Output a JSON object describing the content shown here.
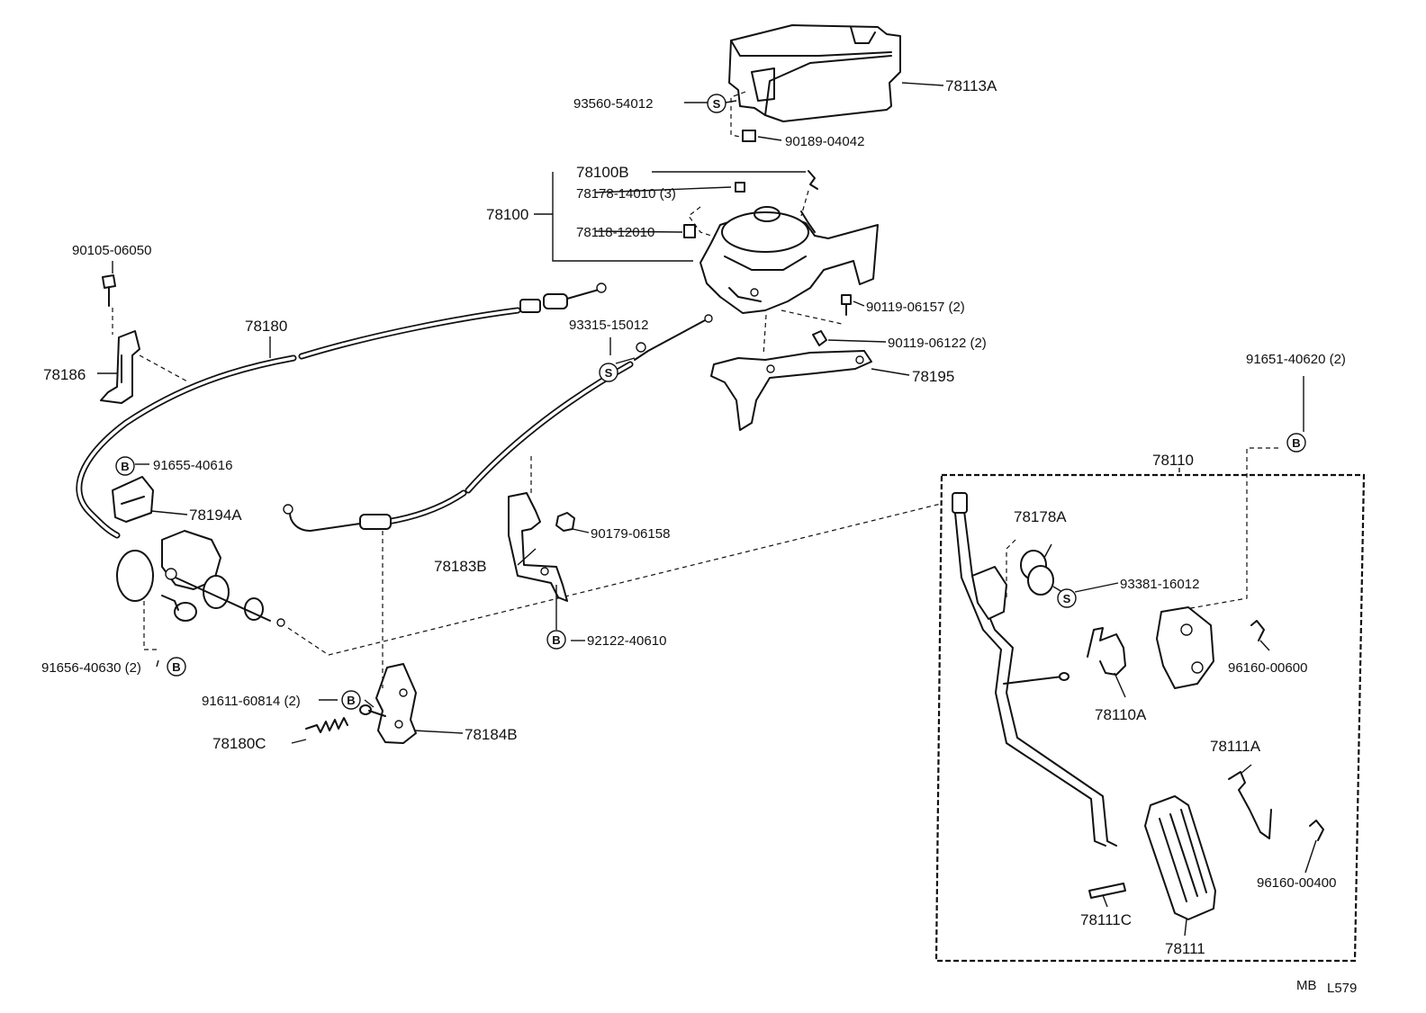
{
  "diagram": {
    "code_left": "MB",
    "code_right": "L579"
  },
  "symbols": {
    "s": "S",
    "b": "B"
  },
  "labels": {
    "p78113A": "78113A",
    "p93560": "93560-54012",
    "p90189": "90189-04042",
    "p78100B": "78100B",
    "p78178_14010": "78178-14010 (3)",
    "p78100": "78100",
    "p78118": "78118-12010",
    "p90105": "90105-06050",
    "p78180": "78180",
    "p93315": "93315-15012",
    "p90119_157": "90119-06157 (2)",
    "p90119_122": "90119-06122 (2)",
    "p78186": "78186",
    "p78195": "78195",
    "p91651": "91651-40620 (2)",
    "p91655": "91655-40616",
    "p78110": "78110",
    "p78194A": "78194A",
    "p78178A": "78178A",
    "p90179": "90179-06158",
    "p78183B": "78183B",
    "p93381": "93381-16012",
    "p92122": "92122-40610",
    "p91656": "91656-40630 (2)",
    "p96160_600": "96160-00600",
    "p78110A": "78110A",
    "p91611": "91611-60814 (2)",
    "p78184B": "78184B",
    "p78180C": "78180C",
    "p78111A": "78111A",
    "p96160_400": "96160-00400",
    "p78111C": "78111C",
    "p78111": "78111"
  }
}
